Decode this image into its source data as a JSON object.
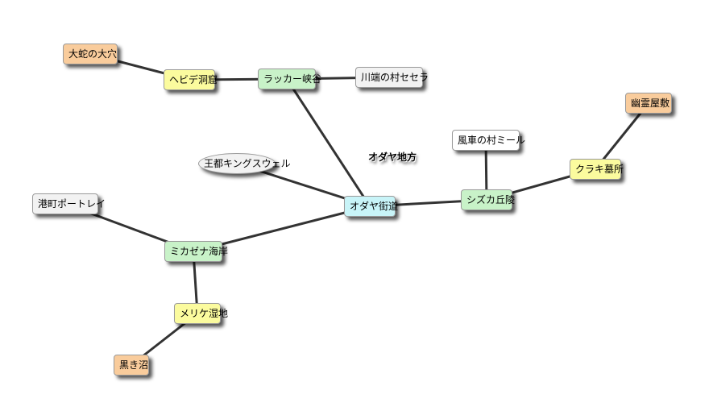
{
  "diagram": {
    "title": "オダヤ地方",
    "nodes": [
      {
        "id": "odaya-kaido",
        "label": "オダヤ街道",
        "color": "#c8f4f8"
      },
      {
        "id": "rakka-kyokoku",
        "label": "ラッカー峡谷",
        "color": "#c8f2c8"
      },
      {
        "id": "hebide-doukutsu",
        "label": "ヘビデ洞窟",
        "color": "#fbfb9e"
      },
      {
        "id": "daija-no-ooana",
        "label": "大蛇の大穴",
        "color": "#f9cc9c"
      },
      {
        "id": "kawabata-no-mura",
        "label": "川端の村セセラ",
        "color": "#f2f2f2"
      },
      {
        "id": "ouito",
        "label": "王都キングスウェル",
        "color": "#f2f2f2"
      },
      {
        "id": "shizuka-kyuryo",
        "label": "シズカ丘陵",
        "color": "#c8f2c8"
      },
      {
        "id": "fusha-no-mura",
        "label": "風車の村ミール",
        "color": "#ffffff"
      },
      {
        "id": "kuraki-bosho",
        "label": "クラキ墓所",
        "color": "#fbfb9e"
      },
      {
        "id": "yurei-yashiki",
        "label": "幽霊屋敷",
        "color": "#f9cc9c"
      },
      {
        "id": "mikazena-kaigan",
        "label": "ミカゼナ海岸",
        "color": "#c8f2c8"
      },
      {
        "id": "minatomachi",
        "label": "港町ポートレイ",
        "color": "#f2f2f2"
      },
      {
        "id": "merike-shitchi",
        "label": "メリケ湿地",
        "color": "#fbfb9e"
      },
      {
        "id": "kuroki-numa",
        "label": "黒き沼",
        "color": "#f9cc9c"
      }
    ],
    "edges": [
      {
        "from": "daija-no-ooana",
        "to": "hebide-doukutsu"
      },
      {
        "from": "hebide-doukutsu",
        "to": "rakka-kyokoku"
      },
      {
        "from": "rakka-kyokoku",
        "to": "kawabata-no-mura"
      },
      {
        "from": "rakka-kyokoku",
        "to": "odaya-kaido"
      },
      {
        "from": "ouito",
        "to": "odaya-kaido"
      },
      {
        "from": "odaya-kaido",
        "to": "shizuka-kyuryo"
      },
      {
        "from": "fusha-no-mura",
        "to": "shizuka-kyuryo"
      },
      {
        "from": "shizuka-kyuryo",
        "to": "kuraki-bosho"
      },
      {
        "from": "kuraki-bosho",
        "to": "yurei-yashiki"
      },
      {
        "from": "odaya-kaido",
        "to": "mikazena-kaigan"
      },
      {
        "from": "minatomachi",
        "to": "mikazena-kaigan"
      },
      {
        "from": "mikazena-kaigan",
        "to": "merike-shitchi"
      },
      {
        "from": "merike-shitchi",
        "to": "kuroki-numa"
      }
    ]
  }
}
